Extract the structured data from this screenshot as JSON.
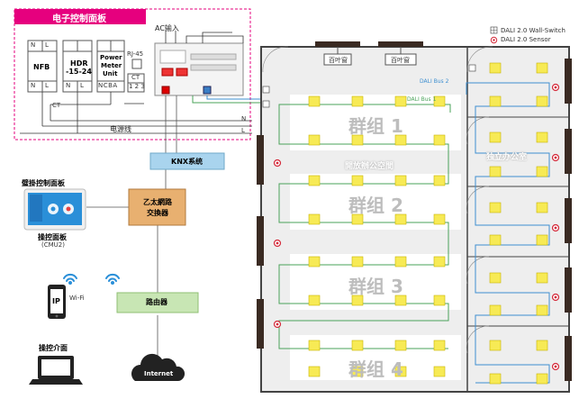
{
  "panel": {
    "title": "电子控制面板",
    "ac_input": "AC输入",
    "power_line": "电源线",
    "n_label": "N",
    "l_label": "L",
    "ct_label": "CT",
    "ct_terms": "1 2 3",
    "rj45": "RJ-45",
    "modules": {
      "nfb": "NFB",
      "hdr_line1": "HDR",
      "hdr_line2": "-15-24",
      "pm_line1": "Power",
      "pm_line2": "Meter",
      "pm_line3": "Unit",
      "pm_terms": "NCBA"
    }
  },
  "network": {
    "knx": "KNX系统",
    "switch_line1": "乙太網路",
    "switch_line2": "交換器",
    "router": "路由器",
    "wall_panel_title": "璧掛控制面板",
    "control_panel": "操控面板",
    "control_panel_model": "(CMU2)",
    "wifi": "Wi-Fi",
    "ip": "IP",
    "interface": "操控介面",
    "internet": "Internet"
  },
  "floor": {
    "legend": {
      "wall_switch": "DALI 2.0 Wall-Switch",
      "sensor": "DALI 2.0 Sensor"
    },
    "bus1": "DALI Bus 1",
    "bus2": "DALI Bus 2",
    "blind1": "百叶窗",
    "blind2": "百叶窗",
    "open_space": "開放辦公空間",
    "private_office": "独立办公室",
    "groups": [
      "群组 1",
      "群组 2",
      "群组 3",
      "群组 4"
    ]
  },
  "colors": {
    "panel_border": "#e6007e",
    "light_fill": "#f7ea55",
    "light_stroke": "#c8b400",
    "bus1": "#4aa35a",
    "bus2": "#3d8fd0",
    "sensor": "#d42a3a",
    "door": "#3a2a22",
    "floor_bg": "#eeeeee",
    "group_bg": "#ffffff"
  }
}
